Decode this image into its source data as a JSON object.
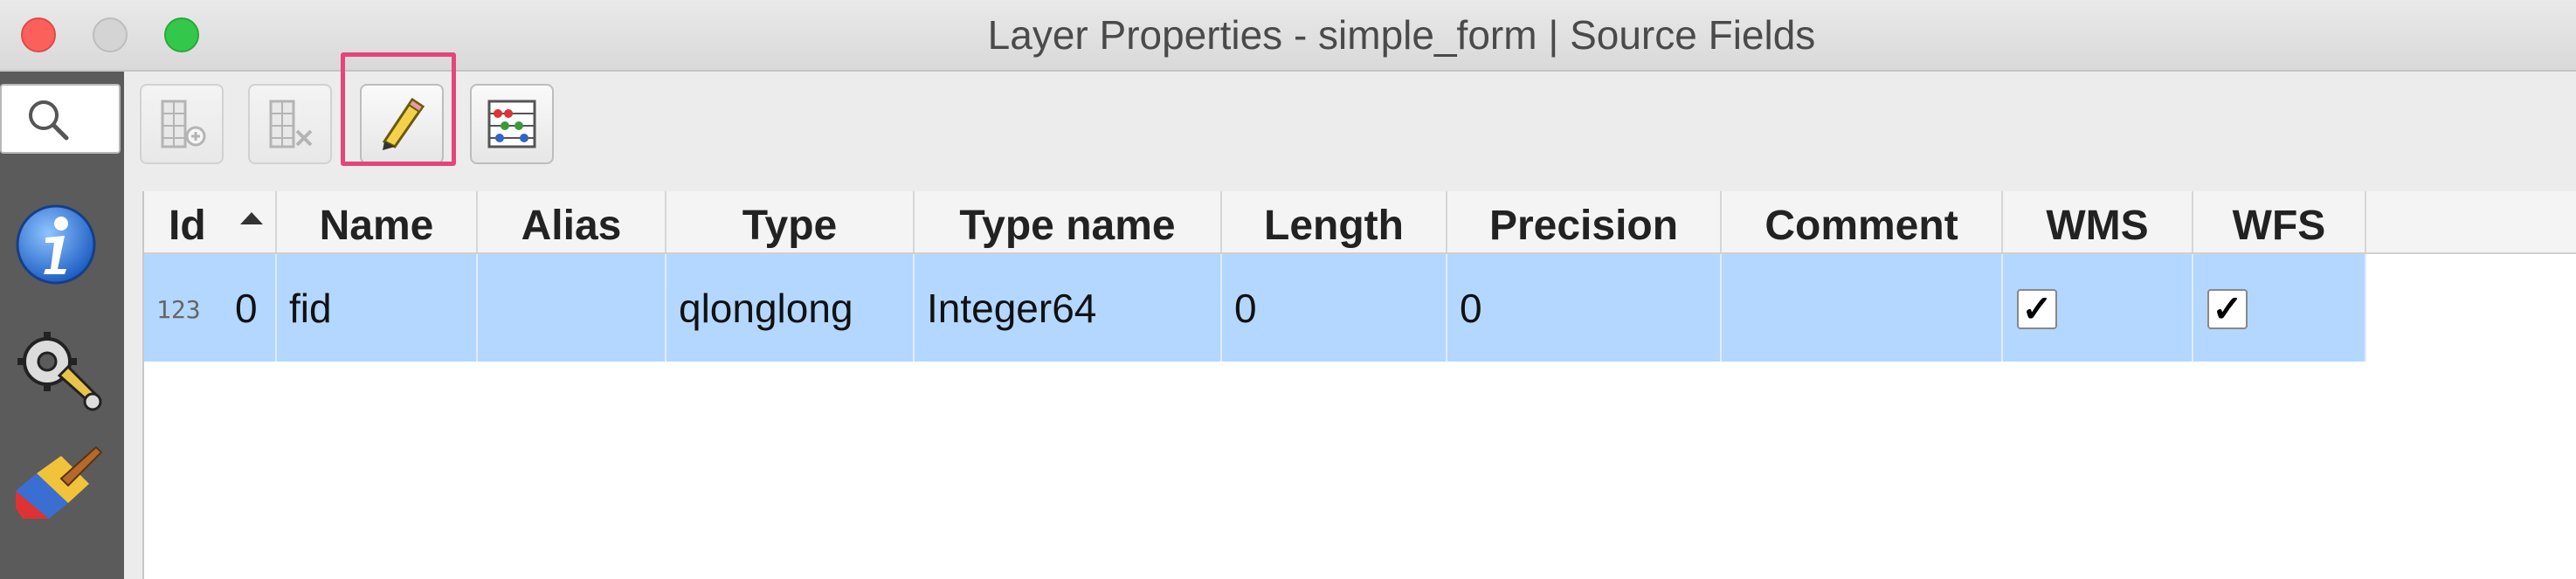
{
  "window": {
    "title": "Layer Properties - simple_form | Source Fields"
  },
  "sidebar": {
    "items": [
      {
        "name": "information",
        "icon": "info-icon"
      },
      {
        "name": "source",
        "icon": "wrench-gear-icon"
      },
      {
        "name": "symbology",
        "icon": "paintbrush-icon"
      }
    ]
  },
  "toolbar": {
    "buttons": [
      {
        "name": "new-field",
        "icon": "new-field-icon",
        "enabled": false
      },
      {
        "name": "delete-field",
        "icon": "delete-field-icon",
        "enabled": false
      },
      {
        "name": "toggle-editing",
        "icon": "pencil-icon",
        "enabled": true,
        "highlighted": true
      },
      {
        "name": "field-calculator",
        "icon": "abacus-icon",
        "enabled": true
      }
    ]
  },
  "table": {
    "columns": [
      "Id",
      "Name",
      "Alias",
      "Type",
      "Type name",
      "Length",
      "Precision",
      "Comment",
      "WMS",
      "WFS"
    ],
    "sort_column": "Id",
    "rows": [
      {
        "type_badge": "123",
        "id": "0",
        "name": "fid",
        "alias": "",
        "type": "qlonglong",
        "type_name": "Integer64",
        "length": "0",
        "precision": "0",
        "comment": "",
        "wms": "✓",
        "wfs": "✓"
      }
    ]
  },
  "colors": {
    "selection": "#b3d7ff",
    "highlight_border": "#e5457c",
    "sidebar_bg": "#5b5b5b"
  }
}
